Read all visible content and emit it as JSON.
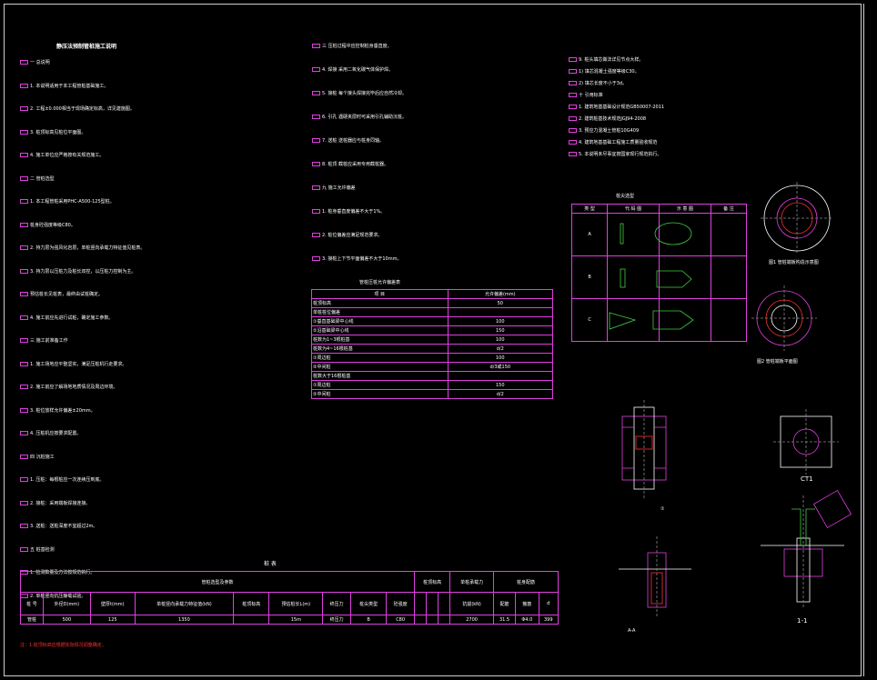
{
  "doc": {
    "title": "静压法预制管桩施工说明",
    "left_lines": [
      "一 总说明",
      "1. 本说明适用于本工程管桩基础施工。",
      "2. 工程±0.000相当于现场确定标高，详见建施图。",
      "3. 桩顶标高见桩位平面图。",
      "4. 施工单位应严格按有关规范施工。",
      "二 管桩选型",
      "1. 本工程管桩采用PHC-A500-125型桩。",
      "桩身砼强度等级C80。",
      "2. 持力层为强风化岩层，单桩竖向承载力特征值见桩表。",
      "3. 持力层以压桩力及桩长双控，以压桩力控制为主。",
      "预估桩长见桩表，最终由试桩确定。",
      "4. 施工前应先进行试桩，确定施工参数。",
      "三 施工前准备工作",
      "1. 施工场地应平整坚实，满足压桩机行走要求。",
      "2. 施工前应了解场地地质情况及周边环境。",
      "3. 桩位放样允许偏差±20mm。",
      "4. 压桩机应按要求配置。",
      "四 沉桩施工",
      "1. 压桩：每根桩应一次连续压到底。",
      "2. 接桩：采用端板焊接连接。",
      "3. 送桩：送桩深度不宜超过2m。",
      "五 桩基检测",
      "1. 检测数量及方法按规范执行。",
      "2. 单桩竖向抗压静载试验。"
    ],
    "mid_lines": [
      "三 压桩过程中应控制桩身垂直度。",
      "4. 焊接 采用二氧化碳气体保护焊。",
      "5. 接桩 每个接头焊接完毕后应自然冷却。",
      "6. 引孔 遇硬夹层时可采用引孔辅助沉桩。",
      "7. 送桩 送桩器应与桩身同轴。",
      "8. 桩顶 截桩应采用专用截桩器。",
      "九 施工允许偏差",
      "1. 桩身垂直度偏差不大于1%。",
      "2. 桩位偏差应满足规范要求。",
      "3. 接桩上下节平面偏差不大于10mm。"
    ],
    "right_lines": [
      "9. 桩头填芯做法详见节点大样。",
      "1) 填芯混凝土强度等级C30。",
      "2) 填芯长度不小于3d。",
      "十 引用标准",
      "1. 建筑地基基础设计规范GB50007-2011",
      "2. 建筑桩基技术规范JGJ94-2008",
      "3. 预应力混凝土管桩10G409",
      "4. 建筑地基基础工程施工质量验收规范",
      "5. 本说明未尽事宜按国家现行规范执行。"
    ]
  },
  "tolerance_table": {
    "title": "管桩压桩允许偏差表",
    "header": [
      "项 目",
      "允许偏差(mm)"
    ],
    "rows": [
      [
        "桩顶标高",
        "50"
      ],
      [
        "单桩桩位偏差",
        ""
      ],
      [
        "①垂直基础梁中心线",
        "100"
      ],
      [
        "②沿基础梁中心线",
        "150"
      ],
      [
        "桩数为1~3根桩基",
        "100"
      ],
      [
        "桩数为4~16根桩基",
        "d/2"
      ],
      [
        "①周边桩",
        "100"
      ],
      [
        "②中间桩",
        "d/3或150"
      ],
      [
        "桩数大于16根桩基",
        ""
      ],
      [
        "①周边桩",
        "150"
      ],
      [
        "②中间桩",
        "d/2"
      ]
    ]
  },
  "tip_table": {
    "title": "桩尖选型",
    "header": [
      "类 型",
      "代 码 图",
      "示 意 图",
      "备 注"
    ],
    "rows": [
      "A",
      "B",
      "C"
    ]
  },
  "pile_table": {
    "title": "桩 表",
    "group1": "管桩选型及参数",
    "group2": "桩顶标高",
    "group3": "单桩承载力",
    "group4": "桩身配筋",
    "header": [
      "桩 号",
      "外径D(mm)",
      "壁厚t(mm)",
      "单桩竖向承载力特征值(kN)",
      "桩顶标高",
      "预估桩长L(m)",
      "终压力",
      "桩尖类型",
      "砼强度",
      "",
      "",
      "",
      "抗拔(kN)",
      "配筋",
      "箍筋",
      "d"
    ],
    "row": [
      "管桩",
      "500",
      "125",
      "1350",
      "",
      "15m",
      "终压力",
      "B",
      "C80",
      "",
      "",
      "",
      "2700",
      "31.5",
      "Φ4.0",
      "399"
    ]
  },
  "note": "注：1.桩顶标高应根据实际情况调整确定。",
  "figures": {
    "fig1": "图1 管桩端板构造示意图",
    "fig2": "图2 管桩端板平面图",
    "section_1": "1-1",
    "section_a": "A-A",
    "ct1": "CT1",
    "label_1": "①"
  }
}
